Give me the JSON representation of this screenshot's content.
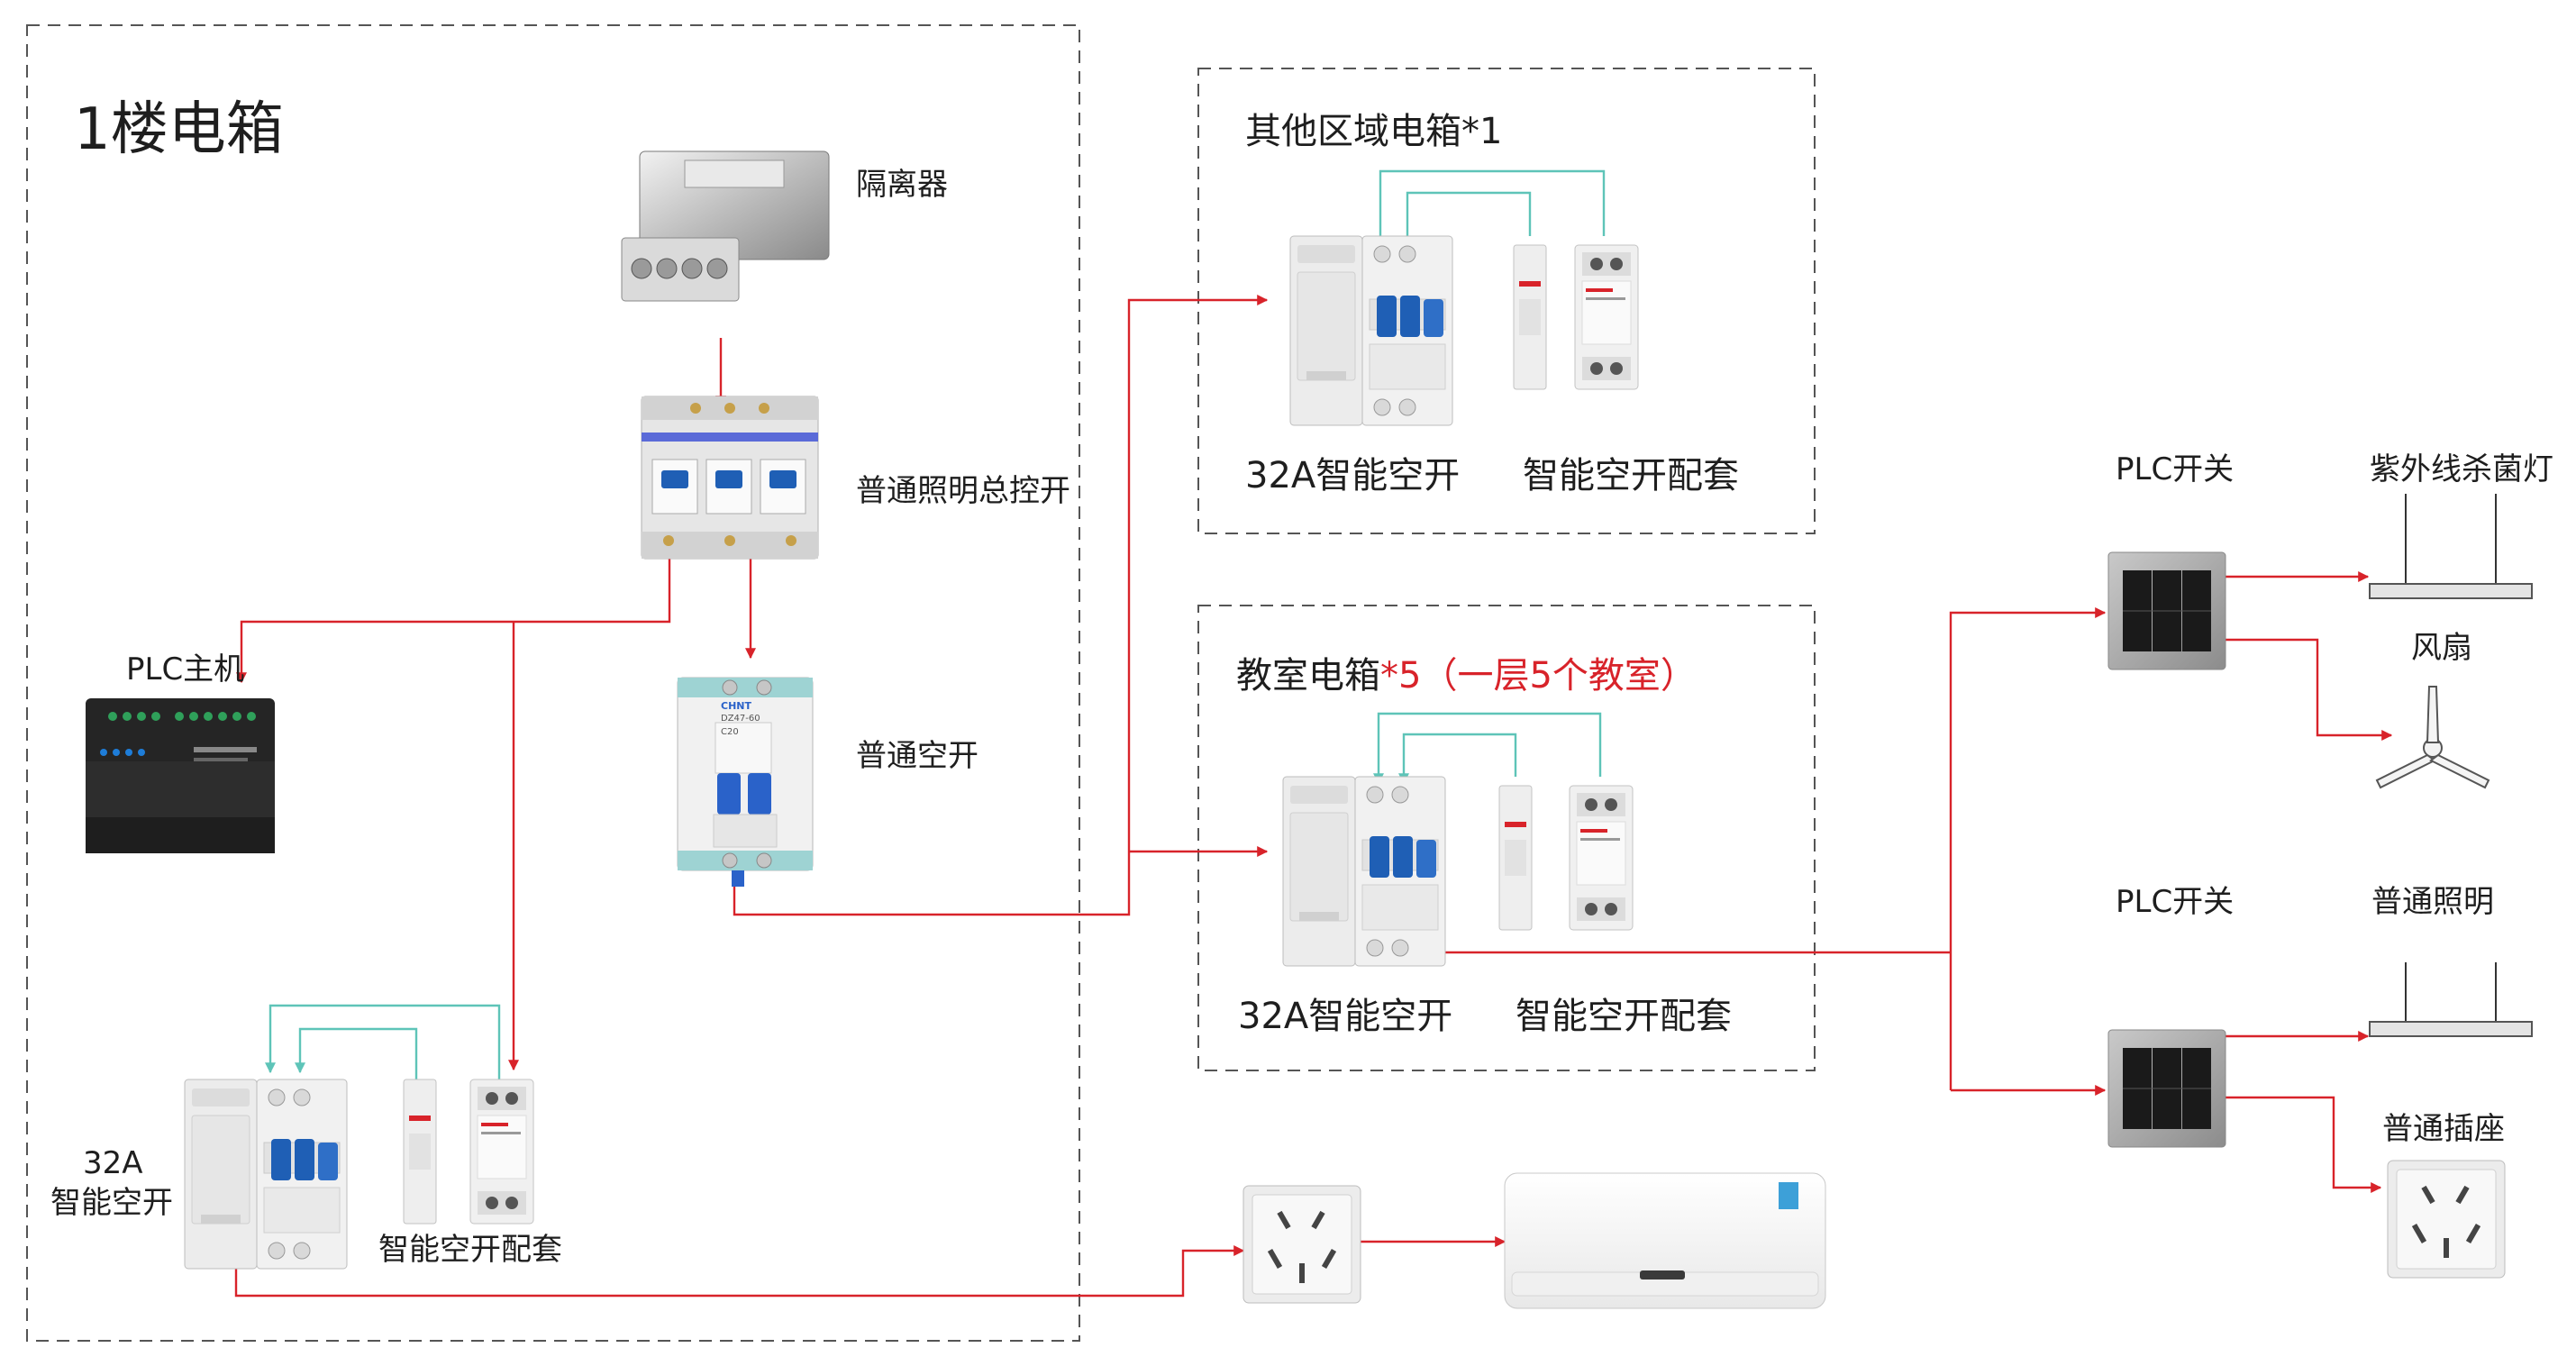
{
  "panel_main": {
    "title": "1楼电箱"
  },
  "labels": {
    "isolator": "隔离器",
    "main_switch": "普通照明总控开",
    "plc_host": "PLC主机",
    "breaker": "普通空开",
    "smart_breaker_line1": "32A",
    "smart_breaker_line2": "智能空开",
    "smart_breaker_kit": "智能空开配套"
  },
  "panel_other": {
    "title": "其他区域电箱*1",
    "breaker_label": "32A智能空开",
    "kit_label": "智能空开配套"
  },
  "panel_classroom": {
    "title_main": "教室电箱",
    "title_note": "*5（一层5个教室）",
    "breaker_label": "32A智能空开",
    "kit_label": "智能空开配套"
  },
  "right": {
    "plc_switch_1": "PLC开关",
    "uv_lamp": "紫外线杀菌灯",
    "fan": "风扇",
    "plc_switch_2": "PLC开关",
    "lighting": "普通照明",
    "socket": "普通插座"
  },
  "device_text": {
    "breaker_brand": "CHNT",
    "breaker_model": "DZ47-60",
    "breaker_rating": "C20"
  },
  "colors": {
    "power_line": "#d8232a",
    "signal_line": "#5ec4b8",
    "dashed_border": "#555555"
  }
}
